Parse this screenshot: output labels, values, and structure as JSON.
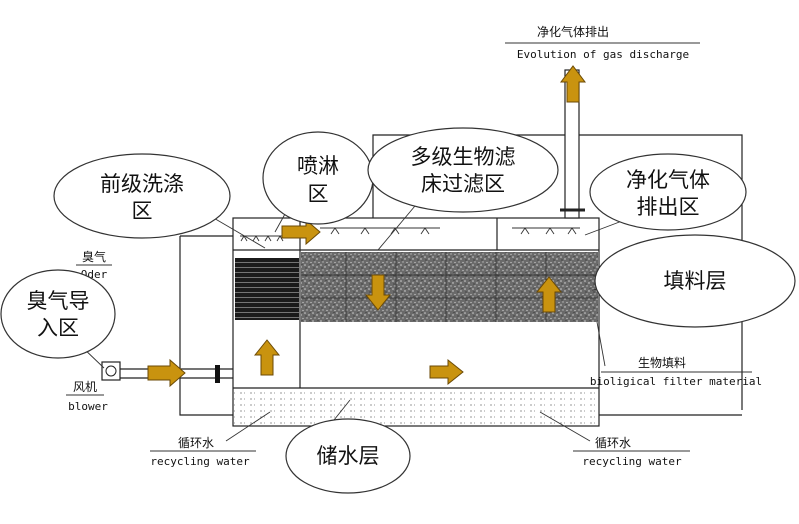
{
  "labels": {
    "gas_discharge_cn": "净化气体排出",
    "gas_discharge_en": "Evolution of gas discharge",
    "odor_cn": "臭气",
    "odor_en": "Oder",
    "blower_cn": "风机",
    "blower_en": "blower",
    "recycling_left_cn": "循环水",
    "recycling_left_en": "recycling water",
    "recycling_right_cn": "循环水",
    "recycling_right_en": "recycling water",
    "filter_material_cn": "生物填料",
    "filter_material_en": "bioligical filter material"
  },
  "bubbles": {
    "pre_wash": [
      "前级洗涤",
      "区"
    ],
    "spray": [
      "喷淋",
      "区"
    ],
    "multistage": [
      "多级生物滤",
      "床过滤区"
    ],
    "clean_gas": [
      "净化气体",
      "排出区"
    ],
    "filler": [
      "填料层"
    ],
    "odor_inlet": [
      "臭气导",
      "入区"
    ],
    "water_storage": [
      "储水层"
    ]
  },
  "colors": {
    "arrow": "#c9930f",
    "packing_dark": "#555555",
    "grid": "#111111"
  }
}
